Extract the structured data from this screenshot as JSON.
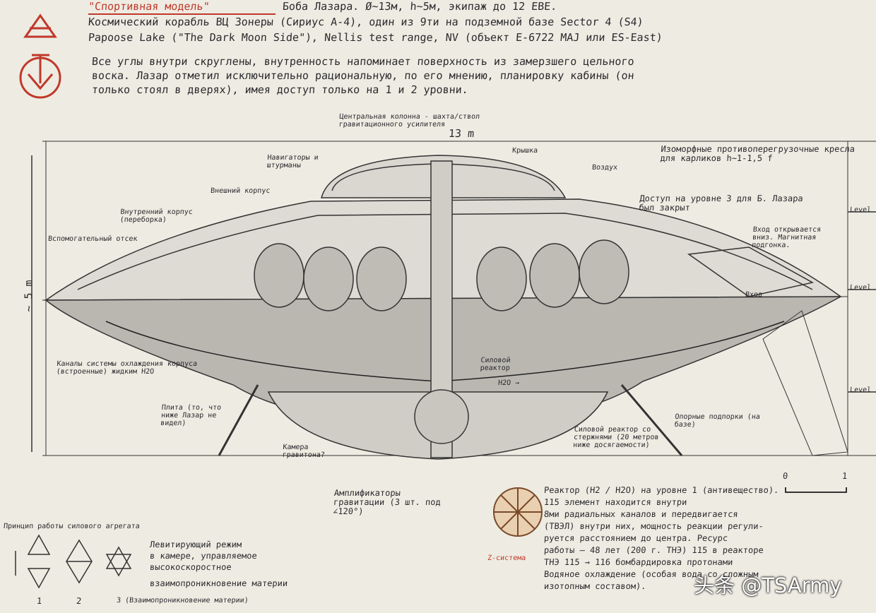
{
  "header": {
    "title": "\"Спортивная модель\"",
    "line1_rest": "Боба Лазара. Ø~13м, h~5м, экипаж до 12 EBE.",
    "line2": "Космический корабль ВЦ Зонеры (Сириус А-4), один из 9ти на подземной базе Sector 4 (S4)",
    "line3": "Papoose Lake (\"The Dark Moon Side\"), Nellis test range, NV (объект E-6722 MAJ или ES-East)",
    "para1": "Все углы внутри скруглены, внутренность напоминает поверхность из замерзшего цельного",
    "para2": "воска. Лазар отметил исключительно рациональную, по его мнению, планировку кабины (он",
    "para3": "только стоял в дверях), имея доступ только на 1 и 2 уровни."
  },
  "labels": {
    "central_column": "Центральная колонна - шахта/ствол гравитационного усилителя",
    "diameter": "13 m",
    "hatch": "Крышка",
    "navigators": "Навигаторы и штурманы",
    "seats": "Изоморфные противоперегрузочные кресла для карликов h~1-1,5 f",
    "airlock": "Воздух",
    "level3": "Доступ на уровне 3 для Б. Лазара был закрыт",
    "outer_hull": "Внешний корпус",
    "inner_hull": "Внутренний корпус (переборка)",
    "auxiliary": "Вспомогательный отсек",
    "right_note": "Вход открывается вниз. Магнитная подгонка.",
    "entrance": "Вход",
    "cooling": "Каналы системы охлаждения корпуса (встроенные) жидким H2O",
    "plate": "Плита (то, что ниже Лазар не видел)",
    "reactor_small": "Силовой реактор",
    "h2o": "H2O →",
    "gravity_chamber": "Камера гравитона?",
    "power_reactor": "Силовой реактор со стержнями (20 метров ниже досягаемости)",
    "support": "Опорные подпорки (на базе)",
    "amplifiers": "Амплификаторы гравитации (3 шт. под ∠120°)",
    "z_system": "Z-система",
    "height": "~ 5 m",
    "level_labels": [
      "Level",
      "Level",
      "Level"
    ],
    "scale": [
      "0",
      "1"
    ]
  },
  "reactor_text": [
    "Реактор (H2 / H2O) на уровне 1 (антивещество).",
    "115 элемент находится внутри",
    "8ми радиальных каналов и передвигается",
    "(ТВЭЛ) внутри них, мощность реакции регули-",
    "руется расстоянием до центра. Ресурс",
    "работы — 48 лет (200 г. ТНЭ) 115 в реакторе",
    "ТНЭ 115 → 116 бомбардировка протонами",
    "Водяное охлаждение (особая вода со сложным",
    "изотопным составом)."
  ],
  "principle": {
    "title": "Принцип работы силового агрегата",
    "items": [
      "Левитирующий режим",
      "в камере, управляемое",
      "высокоскоростное",
      "взаимопроникновение материи"
    ],
    "numbers": [
      "1",
      "2",
      "3 (Взаимопроникновение материи)"
    ]
  },
  "watermark": "头条 @TSArmy",
  "colors": {
    "paper": "#eeebe2",
    "ink": "#2a2a2e",
    "red_seal": "#c0392b",
    "reactor_orange": "#c47a3a"
  }
}
